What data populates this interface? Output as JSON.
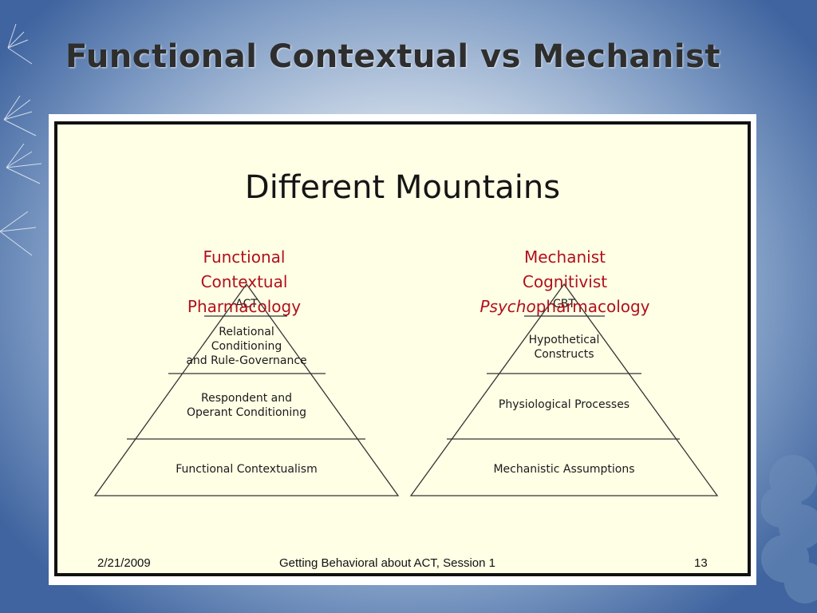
{
  "slide": {
    "title": "Functional Contextual vs Mechanist"
  },
  "embedded_slide": {
    "title": "Different Mountains",
    "left_pyramid": {
      "heading": [
        "Functional",
        "Contextual",
        "Pharmacology"
      ],
      "levels": [
        [
          "ACT"
        ],
        [
          "Relational",
          "Conditioning",
          "and Rule-Governance"
        ],
        [
          "Respondent and",
          "Operant Conditioning"
        ],
        [
          "Functional Contextualism"
        ]
      ]
    },
    "right_pyramid": {
      "heading_line1": "Mechanist",
      "heading_line2": "Cognitivist",
      "heading_line3_italic": "Psycho",
      "heading_line3_rest": "pharmacology",
      "levels": [
        [
          "CBT"
        ],
        [
          "Hypothetical",
          "Constructs"
        ],
        [
          "Physiological Processes"
        ],
        [
          "Mechanistic Assumptions"
        ]
      ]
    },
    "footer": {
      "date": "2/21/2009",
      "center": "Getting Behavioral about ACT, Session 1",
      "page": "13"
    }
  },
  "colors": {
    "heading_red": "#b0101c",
    "inner_background": "#ffffe6",
    "background_blue": "#3f649f"
  }
}
